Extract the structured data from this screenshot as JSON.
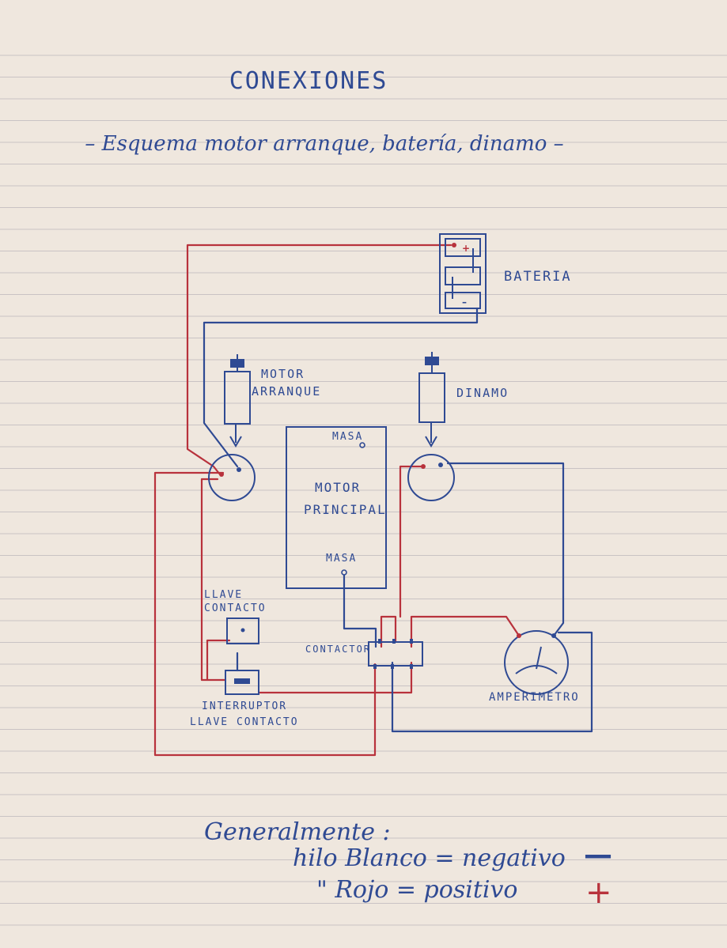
{
  "title": "CONEXIONES",
  "subtitle": "– Esquema motor arranque, batería, dinamo –",
  "labels": {
    "bateria": "BATERIA",
    "motor_arranque_1": "MOTOR",
    "motor_arranque_2": "ARRANQUE",
    "dinamo": "DINAMO",
    "masa_top": "MASA",
    "masa_bottom": "MASA",
    "motor_principal_1": "MOTOR",
    "motor_principal_2": "PRINCIPAL",
    "llave_contacto_1": "LLAVE",
    "llave_contacto_2": "CONTACTO",
    "contactor": "CONTACTOR",
    "interruptor_1": "INTERRUPTOR",
    "interruptor_2": "LLAVE CONTACTO",
    "amperimetro": "AMPERIMETRO",
    "battery_plus": "+",
    "battery_minus": "–"
  },
  "legend": {
    "heading": "Generalmente :",
    "line1": "hilo Blanco = negativo",
    "line2": "\"  Rojo = positivo",
    "minus_symbol": "—",
    "plus_symbol": "+"
  },
  "colors": {
    "paper": "#efe7de",
    "rule": "#c9c3c4",
    "ink_blue": "#2f4a93",
    "ink_red": "#b8323c"
  }
}
